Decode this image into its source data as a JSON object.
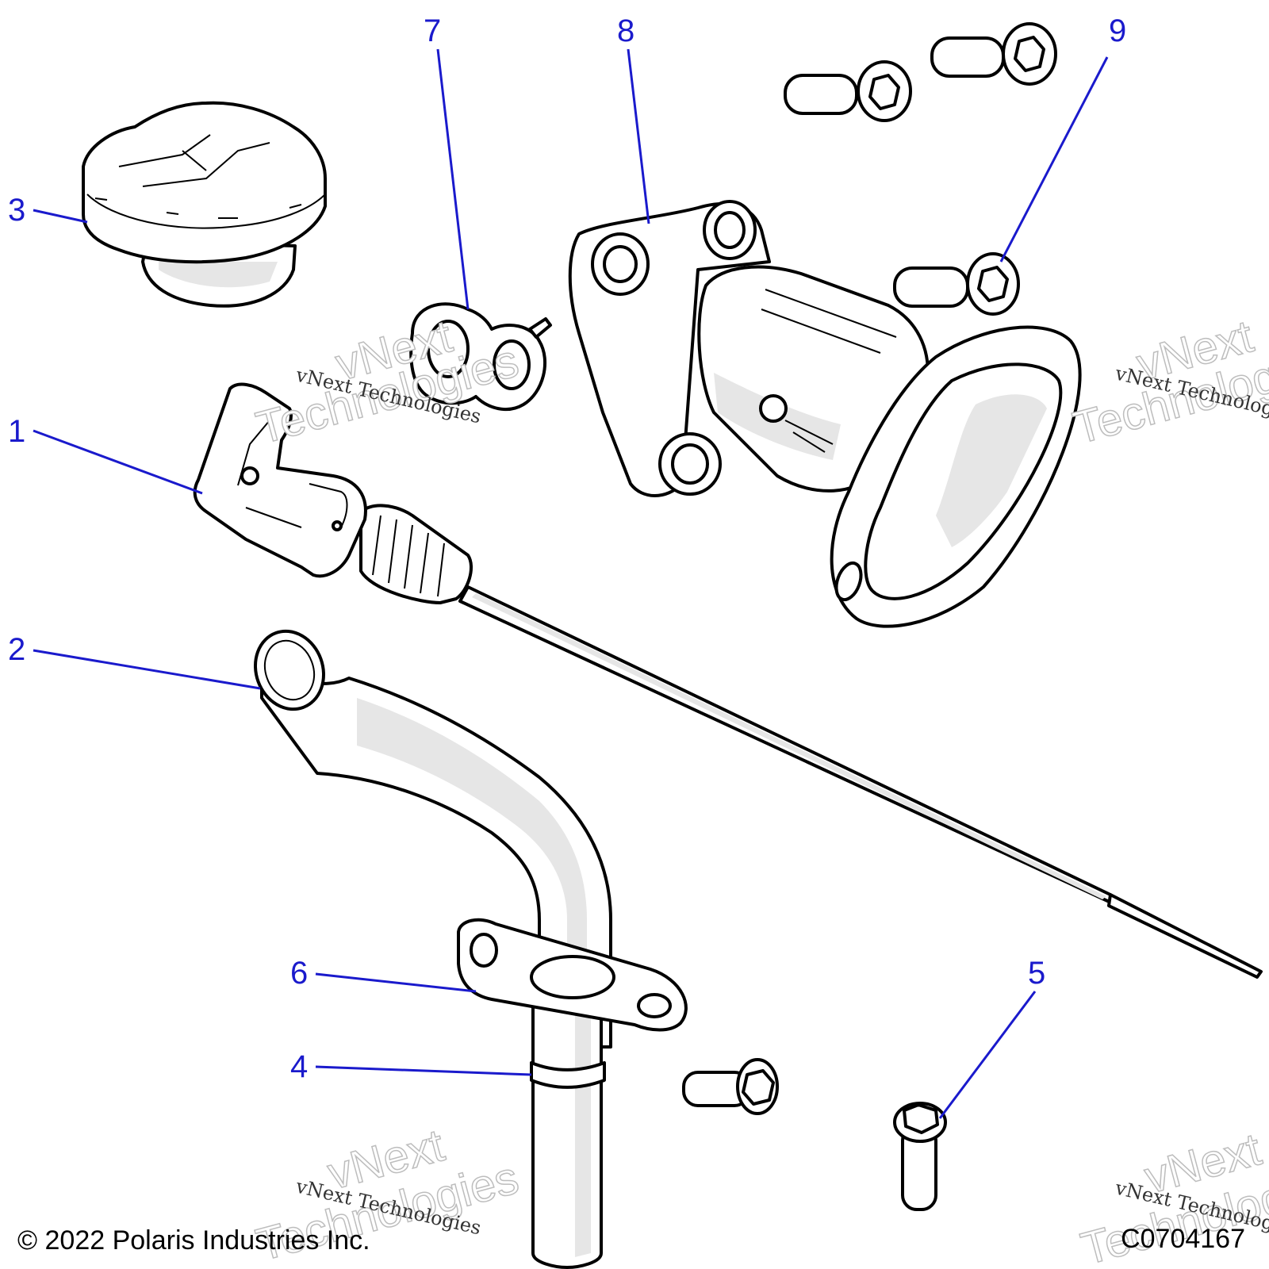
{
  "callouts": [
    "1",
    "2",
    "3",
    "4",
    "5",
    "6",
    "7",
    "8",
    "9"
  ],
  "watermark": {
    "line1": "vNext Technologies",
    "big_1": "vNext",
    "big_2": "Technologies"
  },
  "footer": {
    "copyright": "© 2022 Polaris Industries Inc.",
    "figure_id": "C0704167"
  },
  "colors": {
    "callout": "#1a1acc",
    "line": "#000000",
    "fill": "#ffffff",
    "shade": "#e6e6e6"
  }
}
